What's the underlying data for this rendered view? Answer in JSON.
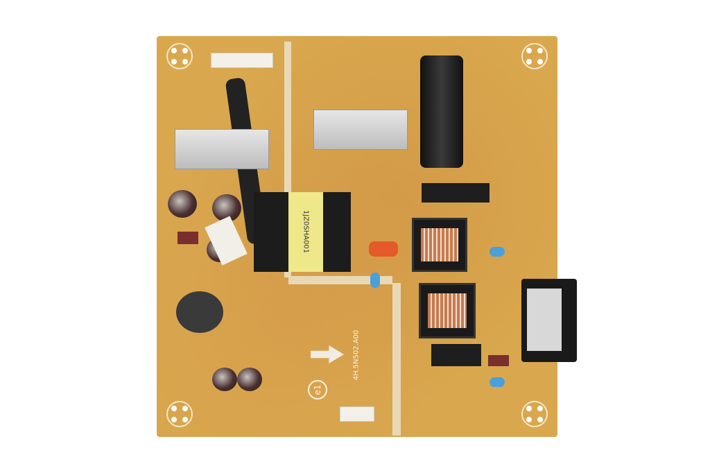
{
  "board": {
    "color": "#d9a84e",
    "marking_logo": "e1",
    "part_code": "4H.5N502.A00",
    "transformer_label": "1JZ0SHA001"
  }
}
